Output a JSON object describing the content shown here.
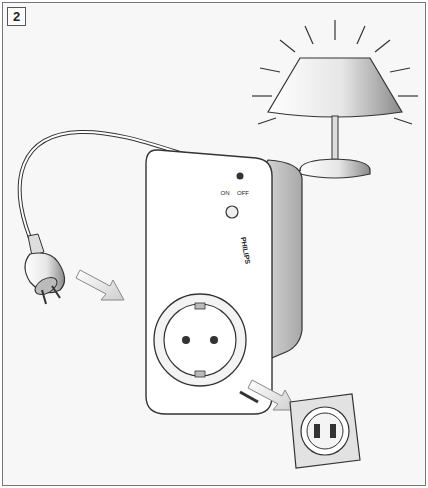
{
  "diagram": {
    "labels": [
      "2",
      "ON",
      "OFF",
      "PHILIPS"
    ]
  }
}
